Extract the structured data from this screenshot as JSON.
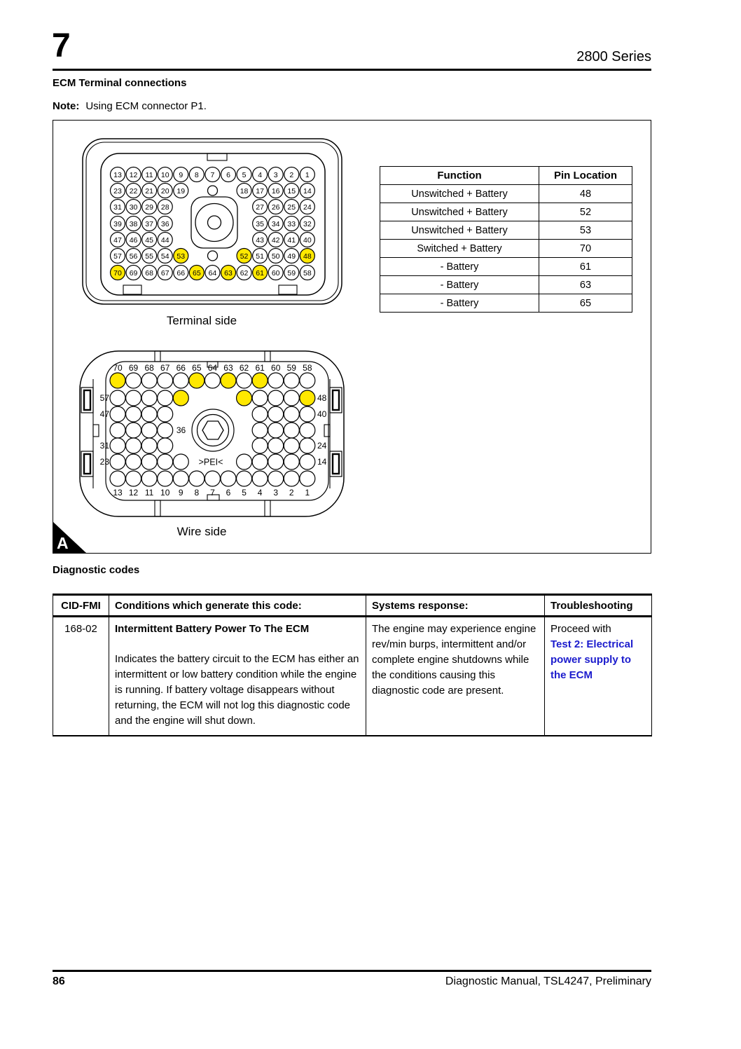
{
  "page": {
    "chapter_number": "7",
    "series": "2800 Series",
    "section_title": "ECM Terminal connections",
    "note_label": "Note:",
    "note_text": "Using ECM connector P1.",
    "diagnostic_heading": "Diagnostic codes",
    "footer_page_number": "86",
    "footer_text": "Diagnostic Manual, TSL4247, Preliminary"
  },
  "colors": {
    "pin_highlight": "#FFE800",
    "link_blue": "#1C1CCD"
  },
  "figure": {
    "marker": "A",
    "terminal": {
      "caption": "Terminal side",
      "highlight_pins": [
        48,
        52,
        53,
        61,
        63,
        65,
        70
      ],
      "rows": [
        {
          "cols": [
            1,
            2,
            3,
            4,
            5,
            6,
            7,
            8,
            9,
            10,
            11,
            12,
            13
          ],
          "pins": [
            13,
            12,
            11,
            10,
            9,
            8,
            7,
            6,
            5,
            4,
            3,
            2,
            1
          ]
        },
        {
          "cols": [
            1,
            2,
            3,
            4,
            5,
            9,
            10,
            11,
            12,
            13
          ],
          "pins": [
            23,
            22,
            21,
            20,
            19,
            18,
            17,
            16,
            15,
            14
          ]
        },
        {
          "cols": [
            1,
            2,
            3,
            4,
            10,
            11,
            12,
            13
          ],
          "pins": [
            31,
            30,
            29,
            28,
            27,
            26,
            25,
            24
          ]
        },
        {
          "cols": [
            1,
            2,
            3,
            4,
            10,
            11,
            12,
            13
          ],
          "pins": [
            39,
            38,
            37,
            36,
            35,
            34,
            33,
            32
          ]
        },
        {
          "cols": [
            1,
            2,
            3,
            4,
            10,
            11,
            12,
            13
          ],
          "pins": [
            47,
            46,
            45,
            44,
            43,
            42,
            41,
            40
          ]
        },
        {
          "cols": [
            1,
            2,
            3,
            4,
            5,
            9,
            10,
            11,
            12,
            13
          ],
          "pins": [
            57,
            56,
            55,
            54,
            53,
            52,
            51,
            50,
            49,
            48
          ]
        },
        {
          "cols": [
            1,
            2,
            3,
            4,
            5,
            6,
            7,
            8,
            9,
            10,
            11,
            12,
            13
          ],
          "pins": [
            70,
            69,
            68,
            67,
            66,
            65,
            64,
            63,
            62,
            61,
            60,
            59,
            58
          ]
        }
      ]
    },
    "wire": {
      "caption": "Wire side",
      "highlight_pins": [
        48,
        52,
        53,
        61,
        63,
        65,
        70
      ],
      "rows": [
        {
          "cols": [
            1,
            2,
            3,
            4,
            5,
            6,
            7,
            8,
            9,
            10,
            11,
            12,
            13
          ],
          "pins": [
            70,
            69,
            68,
            67,
            66,
            65,
            64,
            63,
            62,
            61,
            60,
            59,
            58
          ],
          "labels": "above"
        },
        {
          "cols": [
            1,
            2,
            3,
            4,
            5,
            9,
            10,
            11,
            12,
            13
          ],
          "pins": [
            57,
            56,
            55,
            54,
            53,
            52,
            51,
            50,
            49,
            48
          ],
          "left_label": "57",
          "right_label": "48"
        },
        {
          "cols": [
            1,
            2,
            3,
            4,
            10,
            11,
            12,
            13
          ],
          "pins": [
            47,
            46,
            45,
            44,
            43,
            42,
            41,
            40
          ],
          "left_label": "47",
          "right_label": "40"
        },
        {
          "cols": [
            1,
            2,
            3,
            4,
            10,
            11,
            12,
            13
          ],
          "pins": [
            39,
            38,
            37,
            36,
            35,
            34,
            33,
            32
          ],
          "inner_label": "36"
        },
        {
          "cols": [
            1,
            2,
            3,
            4,
            10,
            11,
            12,
            13
          ],
          "pins": [
            31,
            30,
            29,
            28,
            27,
            26,
            25,
            24
          ],
          "left_label": "31",
          "right_label": "24"
        },
        {
          "cols": [
            1,
            2,
            3,
            4,
            5,
            9,
            10,
            11,
            12,
            13
          ],
          "pins": [
            23,
            22,
            21,
            20,
            19,
            18,
            17,
            16,
            15,
            14
          ],
          "left_label": "23",
          "right_label": "14",
          "center_text": ">PEI<"
        },
        {
          "cols": [
            1,
            2,
            3,
            4,
            5,
            6,
            7,
            8,
            9,
            10,
            11,
            12,
            13
          ],
          "pins": [
            13,
            12,
            11,
            10,
            9,
            8,
            7,
            6,
            5,
            4,
            3,
            2,
            1
          ],
          "labels": "below"
        }
      ]
    },
    "function_table": {
      "headers": [
        "Function",
        "Pin Location"
      ],
      "rows": [
        [
          "Unswitched + Battery",
          "48"
        ],
        [
          "Unswitched + Battery",
          "52"
        ],
        [
          "Unswitched + Battery",
          "53"
        ],
        [
          "Switched + Battery",
          "70"
        ],
        [
          "- Battery",
          "61"
        ],
        [
          "- Battery",
          "63"
        ],
        [
          "- Battery",
          "65"
        ]
      ]
    }
  },
  "diagnostics": {
    "headers": [
      "CID-FMI",
      "Conditions which generate this code:",
      "Systems response:",
      "Troubleshooting"
    ],
    "row": {
      "cid_fmi": "168-02",
      "condition_title": "Intermittent Battery Power To The ECM",
      "condition_body": "Indicates the battery circuit to the ECM has either an intermittent or low battery condition while the engine is running. If battery voltage disappears without returning, the ECM will not log this diagnostic code and the engine will shut down.",
      "system_response": "The engine may experience engine rev/min burps, intermittent and/or complete engine shutdowns while the conditions causing this diagnostic code are present.",
      "troubleshooting_intro": "Proceed with",
      "troubleshooting_link": "Test 2: Electrical power supply to the ECM"
    }
  }
}
